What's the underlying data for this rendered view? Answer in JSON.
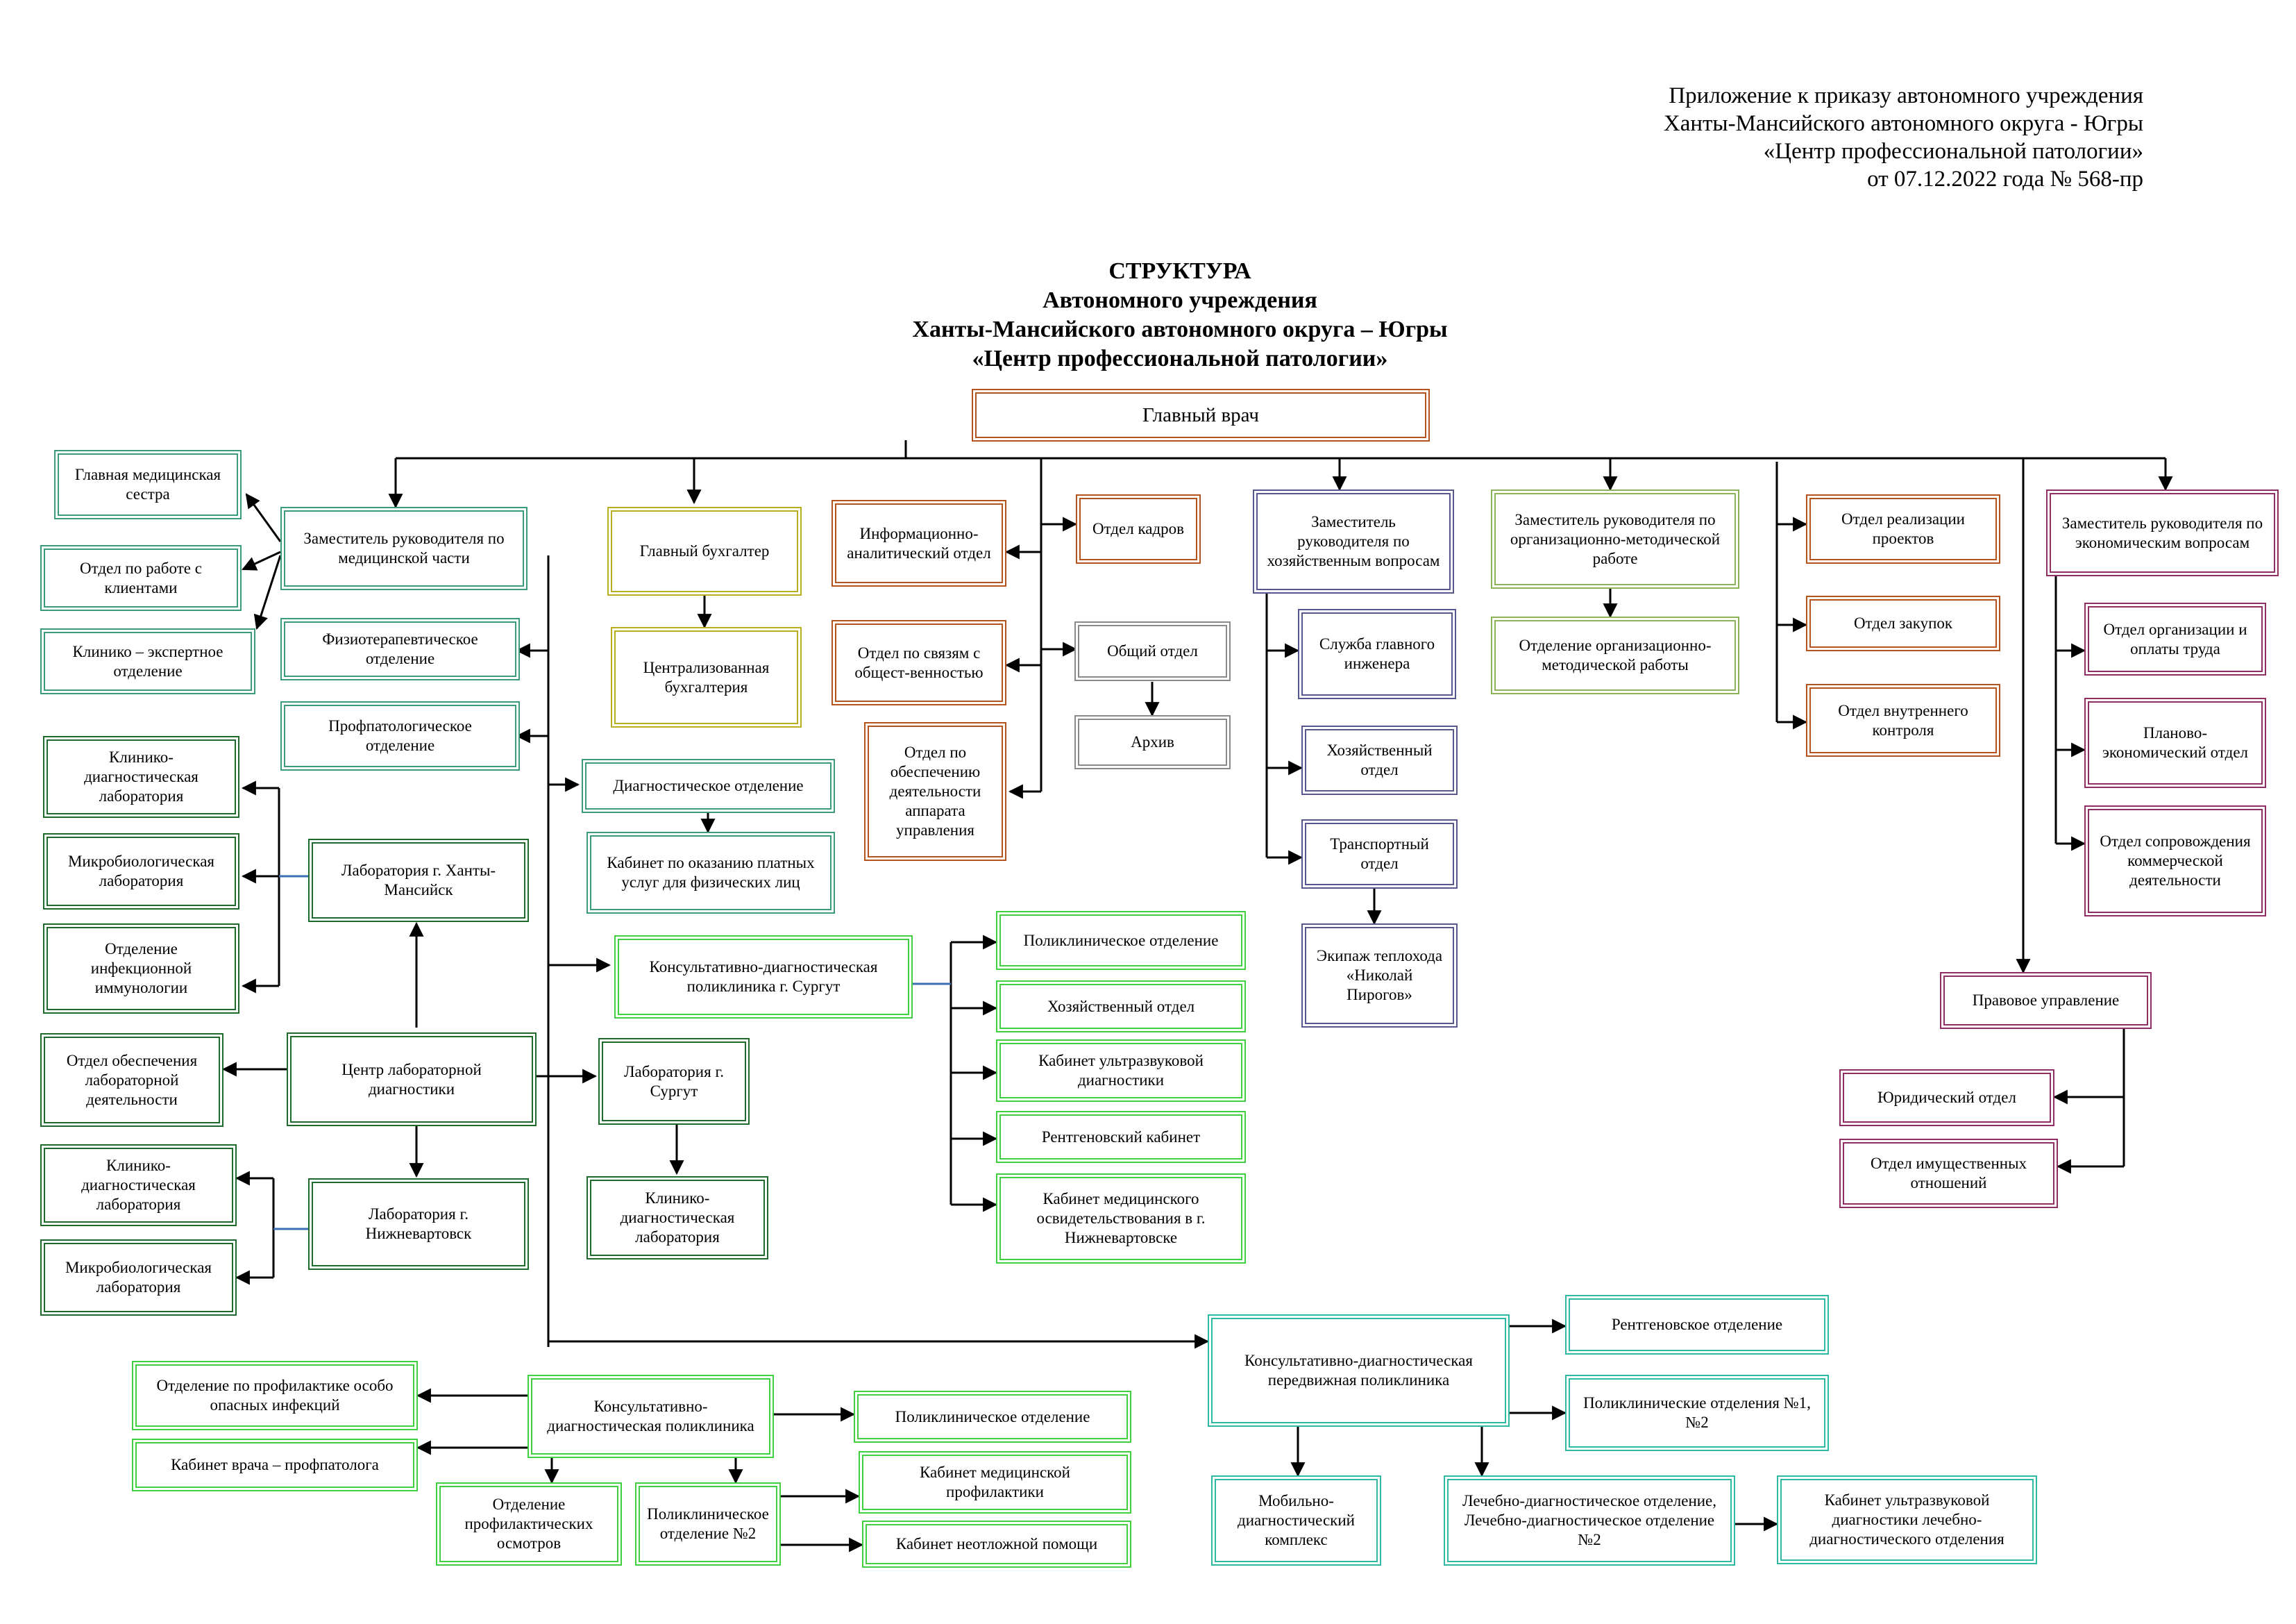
{
  "header": {
    "line1": "Приложение  к приказу автономного учреждения",
    "line2": "Ханты-Мансийского автономного округа - Югры",
    "line3": "«Центр профессиональной патологии»",
    "line4": "от 07.12.2022 года № 568-пр"
  },
  "title": {
    "line1": "СТРУКТУРА",
    "line2": "Автономного учреждения",
    "line3": "Ханты-Мансийского автономного округа – Югры",
    "line4": "«Центр профессиональной патологии»"
  },
  "boxes": {
    "chief": "Главный врач",
    "head_nurse": "Главная медицинская сестра",
    "clients": "Отдел по работе с клиентами",
    "clin_exp": "Клинико – экспертное отделение",
    "dep_med": "Заместитель руководителя по медицинской части",
    "physio": "Физиотерапевтическое отделение",
    "profpat": "Профпатологическое отделение",
    "cdl1": "Клинико-диагностическая лаборатория",
    "micro1": "Микробиологическая лаборатория",
    "infect": "Отделение инфекционной иммунологии",
    "lab_hm": "Лаборатория г. Ханты-Мансийск",
    "diag_dept": "Диагностическое отделение",
    "paid": "Кабинет по оказанию платных услуг для физических лиц",
    "lab_center": "Центр лабораторной диагностики",
    "lab_support": "Отдел обеспечения лабораторной деятельности",
    "cdl2": "Клинико-диагностическая лаборатория",
    "micro2": "Микробиологическая лаборатория",
    "lab_nv": "Лаборатория г. Нижневартовск",
    "lab_surgut": "Лаборатория г. Сургут",
    "cdl3": "Клинико-диагностическая лаборатория",
    "accountant": "Главный бухгалтер",
    "cent_acc": "Централизованная бухгалтерия",
    "info_an": "Информационно-аналитический отдел",
    "pr": "Отдел по связям с общест-венностью",
    "admin_support": "Отдел по обеспечению деятельности аппарата управления",
    "hr": "Отдел кадров",
    "general": "Общий отдел",
    "archive": "Архив",
    "kdp_surgut": "Консультативно-диагностическая поликлиника г.  Сургут",
    "s_poly": "Поликлиническое отделение",
    "s_econ": "Хозяйственный отдел",
    "s_us": "Кабинет ультразвуковой диагностики",
    "s_xray": "Рентгеновский кабинет",
    "s_medexam": "Кабинет медицинского освидетельствования в г. Нижневартовске",
    "dep_econ_q": "Заместитель руководителя по хозяйственным вопросам",
    "chief_eng": "Служба главного инженера",
    "hoz": "Хозяйственный отдел",
    "transport": "Транспортный отдел",
    "crew": "Экипаж теплохода «Николай Пирогов»",
    "dep_method": "Заместитель руководителя по организационно-методической работе",
    "method_dept": "Отделение организационно-методической работы",
    "projects": "Отдел реализации проектов",
    "purchases": "Отдел закупок",
    "internal": "Отдел внутреннего контроля",
    "dep_fin": "Заместитель руководителя по экономическим вопросам",
    "labor_pay": "Отдел организации и оплаты труда",
    "plan_econ": "Планово-экономический отдел",
    "commerce": "Отдел сопровождения коммерческой деятельности",
    "legal": "Правовое управление",
    "jur": "Юридический отдел",
    "property": "Отдел имущественных отношений",
    "mobile_kdp": "Консультативно-диагностическая передвижная поликлиника",
    "m_xray": "Рентгеновское отделение",
    "m_poly": "Поликлинические отделения №1, №2",
    "m_complex": "Мобильно-диагностический комплекс",
    "m_treat": "Лечебно-диагностическое отделение, Лечебно-диагностическое отделение №2",
    "m_us": "Кабинет ультразвуковой диагностики лечебно-диагностического отделения",
    "kdp": "Консультативно-диагностическая поликлиника",
    "prev_inf": "Отделение по профилактике особо опасных инфекций",
    "profpat_doc": "Кабинет врача – профпатолога",
    "prof_exams": "Отделение профилактических осмотров",
    "poly2": "Поликлиническое отделение №2",
    "k_poly": "Поликлиническое отделение",
    "k_prev": "Кабинет медицинской профилактики",
    "k_urgent": "Кабинет неотложной помощи"
  },
  "colors": {
    "brown": "#b5531e",
    "teal": "#3b9a7a",
    "olive": "#b9ad20",
    "navy": "#57578d",
    "light_green": "#8cb35a",
    "plum": "#8e2e62",
    "dark_green": "#1d6a2a",
    "bright_green": "#3fcf3f",
    "aqua": "#2fb8a2",
    "gray": "#8a8a8a"
  }
}
